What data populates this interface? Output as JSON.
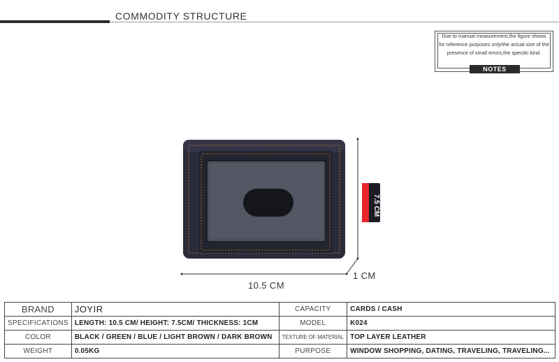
{
  "header": {
    "title": "COMMODITY STRUCTURE"
  },
  "notes": {
    "text": "Due to manual measurement,the figure shows for reference purposes only!the actual size of the presence of small errors,the specitic kind.",
    "label": "NOTES"
  },
  "product": {
    "tag_text": "7.5 CM",
    "length_label": "10.5 CM",
    "thickness_label": "1 CM",
    "colors": {
      "leather": "#2a2c3c",
      "stitch": "#b06a35",
      "tag": "#e8262c"
    }
  },
  "specs": {
    "brand_label": "BRAND",
    "brand_value": "JOYIR",
    "capacity_label": "CAPACITY",
    "capacity_value": "CARDS / CASH",
    "specifications_label": "SPECIFICATIONS",
    "specifications_value": "LENGTH: 10.5 CM/ HEIGHT: 7.5CM/ THICKNESS: 1CM",
    "model_label": "MODEL",
    "model_value": "K024",
    "color_label": "COLOR",
    "color_value": "BLACK / GREEN / BLUE / LIGHT BROWN / DARK BROWN",
    "material_label": "TEXTURE OF MATERIAL",
    "material_value": "TOP LAYER LEATHER",
    "weight_label": "WEIGHT",
    "weight_value": "0.05KG",
    "purpose_label": "PURPOSE",
    "purpose_value": "WINDOW SHOPPING, DATING, TRAVELING, TRAVELING..."
  }
}
